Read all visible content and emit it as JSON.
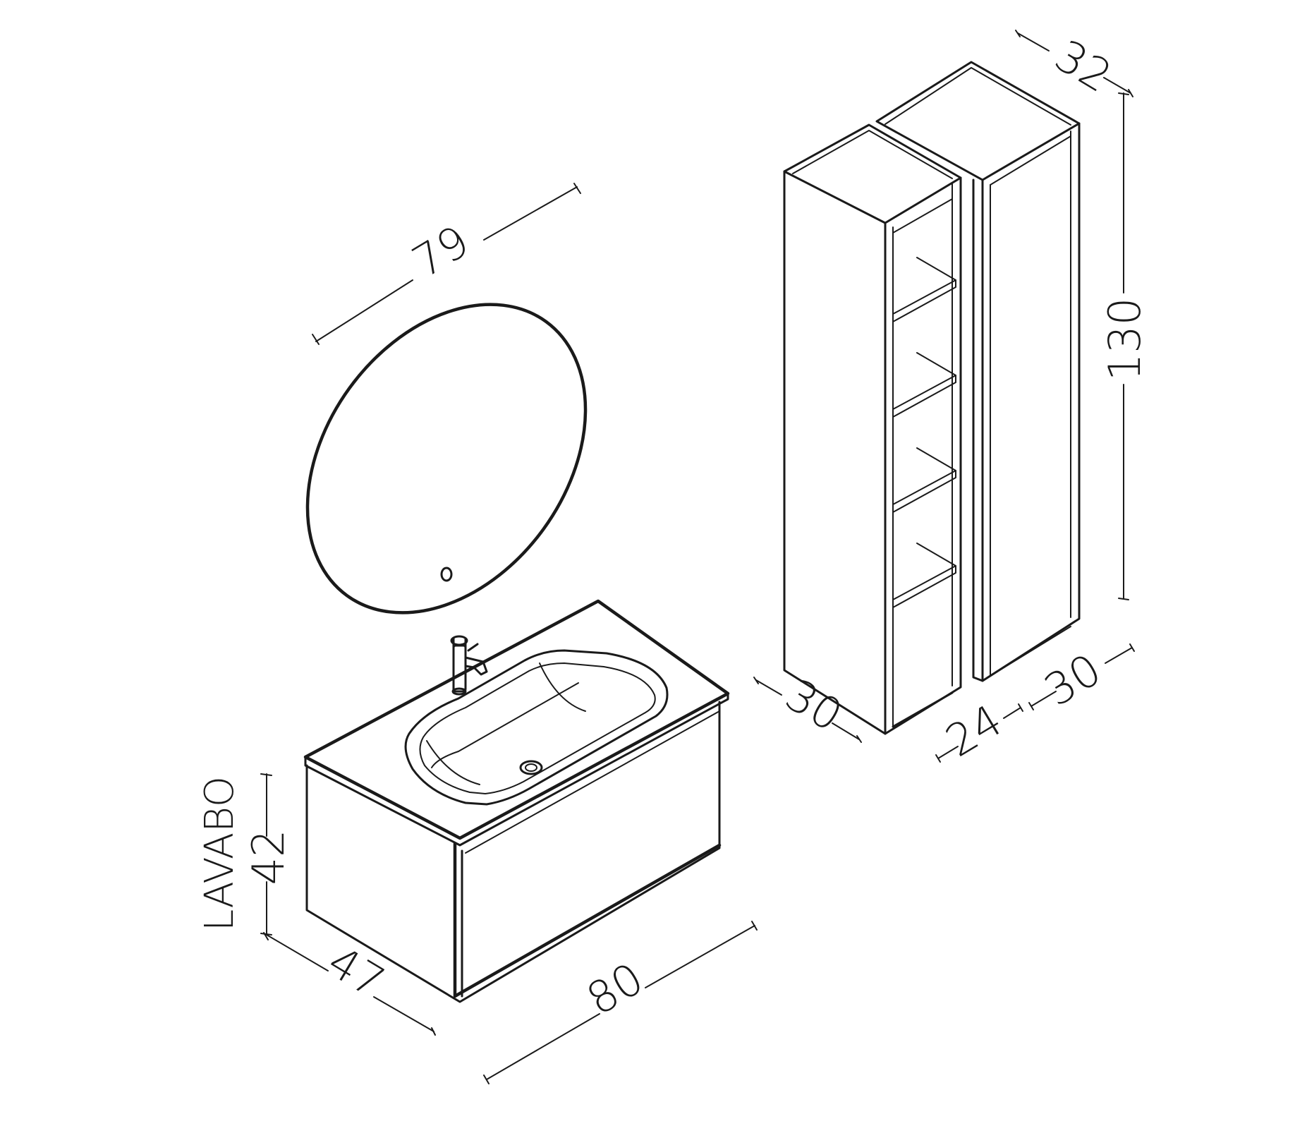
{
  "dimensions": {
    "mirror_diameter": "79",
    "column_height": "130",
    "column_top_depth": "32",
    "column_open_width": "30",
    "column_gap": "24",
    "column_closed_width": "30",
    "basin_height": "42",
    "basin_depth": "47",
    "basin_width": "80"
  },
  "labels": {
    "basin": "LAVABO"
  }
}
